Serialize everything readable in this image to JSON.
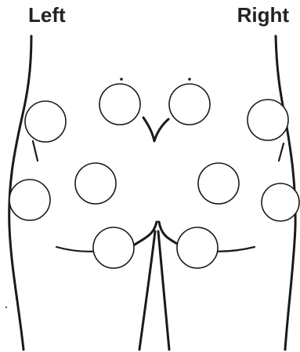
{
  "labels": {
    "left": "Left",
    "right": "Right"
  },
  "colors": {
    "ink": "#1a1a1a",
    "background": "#ffffff"
  },
  "injection_sites": {
    "count_per_side": 5,
    "total": 10
  }
}
